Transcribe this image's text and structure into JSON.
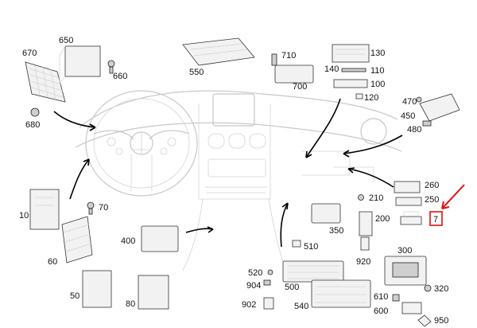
{
  "labels": {
    "n650": "650",
    "n670": "670",
    "n660": "660",
    "n680": "680",
    "n550": "550",
    "n710": "710",
    "n700": "700",
    "n130": "130",
    "n140": "140",
    "n110": "110",
    "n100": "100",
    "n120": "120",
    "n470": "470",
    "n450": "450",
    "n480": "480",
    "n10": "10",
    "n70": "70",
    "n60": "60",
    "n50": "50",
    "n80": "80",
    "n400": "400",
    "n260": "260",
    "n250": "250",
    "n7": "7",
    "n210": "210",
    "n200": "200",
    "n350": "350",
    "n920": "920",
    "n510": "510",
    "n300": "300",
    "n520": "520",
    "n904": "904",
    "n500": "500",
    "n320": "320",
    "n610": "610",
    "n902": "902",
    "n540": "540",
    "n600": "600",
    "n950": "950"
  },
  "colors": {
    "highlight": "#e01010",
    "ink": "#111111",
    "ghost": "#c8c8c8"
  }
}
